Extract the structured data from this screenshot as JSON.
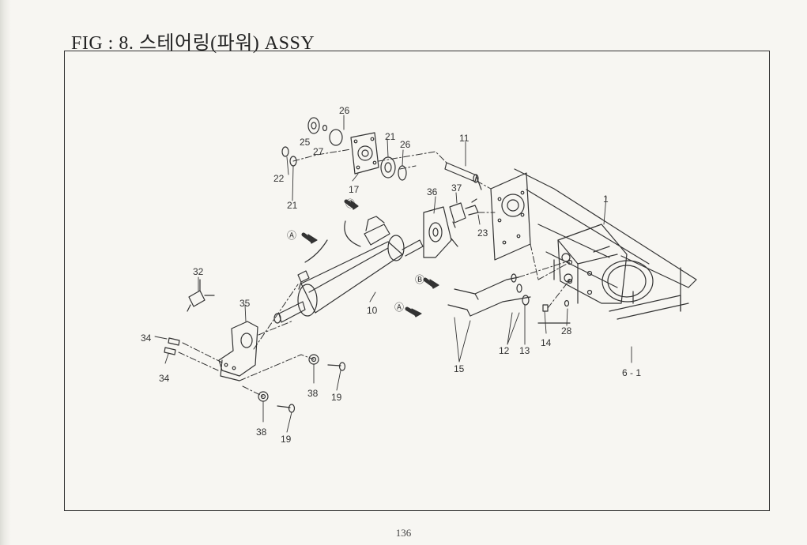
{
  "figure": {
    "title": "FIG : 8. 스테어링(파워) ASSY"
  },
  "callouts": [
    {
      "text": "26"
    },
    {
      "text": "25"
    },
    {
      "text": "27"
    },
    {
      "text": "21"
    },
    {
      "text": "26"
    },
    {
      "text": "11"
    },
    {
      "text": "22"
    },
    {
      "text": "17"
    },
    {
      "text": "21"
    },
    {
      "text": "36"
    },
    {
      "text": "37"
    },
    {
      "text": "1"
    },
    {
      "text": "23"
    },
    {
      "text": "Ⓑ"
    },
    {
      "text": "Ⓐ"
    },
    {
      "text": "32"
    },
    {
      "text": "35"
    },
    {
      "text": "10"
    },
    {
      "text": "Ⓑ"
    },
    {
      "text": "Ⓐ"
    },
    {
      "text": "28"
    },
    {
      "text": "14"
    },
    {
      "text": "12"
    },
    {
      "text": "13"
    },
    {
      "text": "34"
    },
    {
      "text": "34"
    },
    {
      "text": "15"
    },
    {
      "text": "6 - 1"
    },
    {
      "text": "38"
    },
    {
      "text": "19"
    },
    {
      "text": "38"
    },
    {
      "text": "19"
    }
  ],
  "footer": {
    "page_number": "136"
  },
  "colors": {
    "paper": "#f7f6f2",
    "ink": "#222222"
  }
}
